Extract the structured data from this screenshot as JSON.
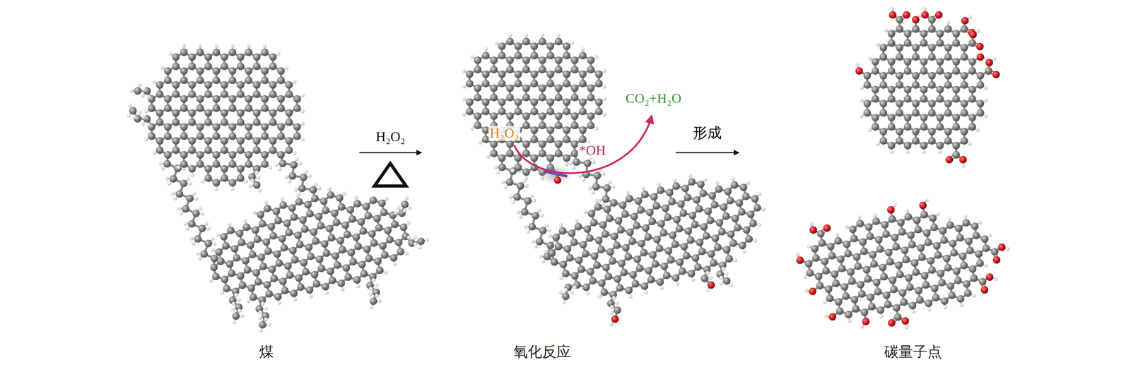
{
  "diagram": {
    "nodes": [
      {
        "text": [
          "煤"
        ]
      },
      {
        "text": [
          "氧化反应"
        ]
      },
      {
        "text": [
          "碳量子点"
        ]
      }
    ],
    "edges": [
      {
        "from": 0,
        "to": 1,
        "arrow": "to",
        "label": "H₂O₂"
      },
      {
        "from": 1,
        "to": 2,
        "arrow": "to",
        "label": "形成"
      }
    ],
    "labels": [
      "H₂O₂",
      "*OH",
      "CO₂+H₂O"
    ]
  }
}
